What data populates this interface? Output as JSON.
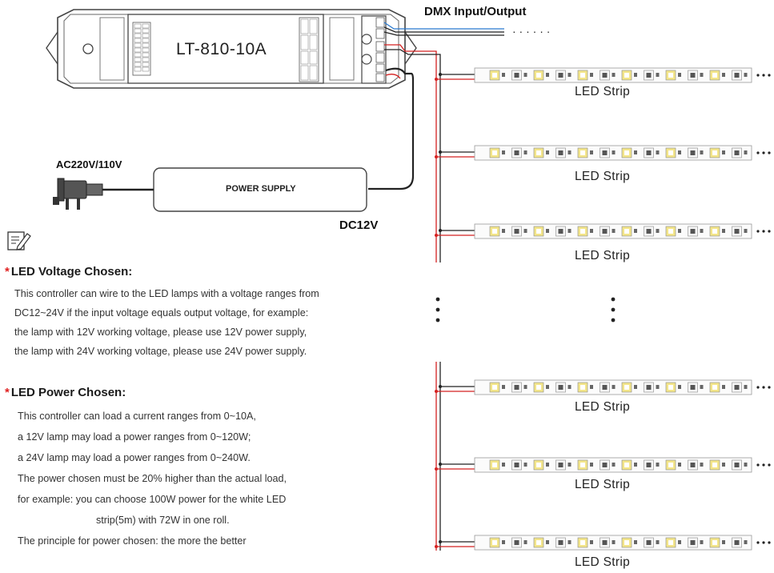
{
  "controller": {
    "model": "LT-810-10A"
  },
  "labels": {
    "dmx": "DMX Input/Output",
    "ac": "AC220V/110V",
    "power_supply": "POWER SUPPLY",
    "dc": "DC12V"
  },
  "strips": [
    {
      "label": "LED Strip"
    },
    {
      "label": "LED Strip"
    },
    {
      "label": "LED Strip"
    },
    {
      "label": "LED Strip"
    },
    {
      "label": "LED Strip"
    },
    {
      "label": "LED Strip"
    }
  ],
  "sections": [
    {
      "star": "*",
      "title": "LED Voltage Chosen:",
      "lines": [
        "This controller can wire to the LED lamps with a voltage ranges from",
        "DC12~24V if the input voltage equals output voltage, for example:",
        "the lamp with 12V working voltage, please use 12V power supply,",
        "the lamp with 24V working voltage, please use 24V power supply."
      ]
    },
    {
      "star": "*",
      "title": "LED Power Chosen:",
      "lines": [
        "This controller can load a current ranges from 0~10A,",
        "a 12V lamp may load a power ranges from 0~120W;",
        "a 24V lamp may load a power ranges from 0~240W.",
        "The power chosen must be 20% higher than the actual load,",
        "for example: you can choose 100W power for the white LED",
        "strip(5m) with 72W in one roll.",
        "The principle for power chosen: the more the better"
      ]
    }
  ],
  "icons": {
    "note": "note-pencil-icon",
    "plug": "power-plug-icon"
  },
  "colors": {
    "wire_red": "#d42020",
    "wire_black": "#222222",
    "accent_star": "#e02020",
    "led_yellow": "#f3e58a"
  }
}
